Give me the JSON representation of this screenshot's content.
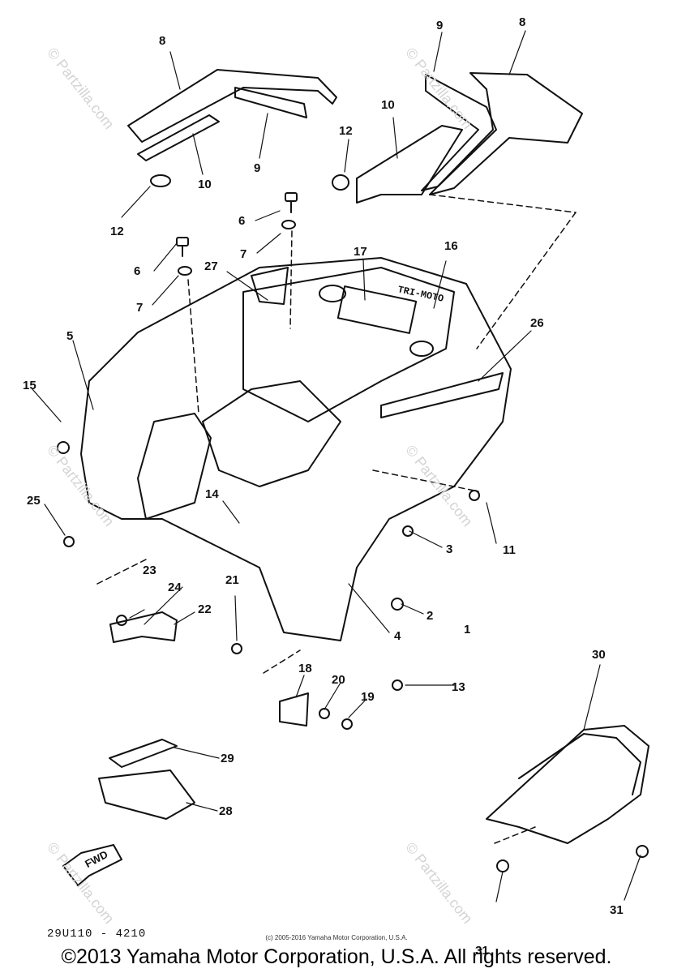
{
  "callouts": [
    "1",
    "2",
    "3",
    "4",
    "5",
    "6",
    "6",
    "7",
    "7",
    "8",
    "8",
    "9",
    "9",
    "10",
    "10",
    "11",
    "12",
    "12",
    "13",
    "14",
    "15",
    "16",
    "17",
    "18",
    "19",
    "20",
    "21",
    "22",
    "23",
    "24",
    "25",
    "26",
    "27",
    "28",
    "29",
    "30",
    "31",
    "31"
  ],
  "sticker_text": "TRI-MOTO",
  "fwd_label": "FWD",
  "part_number": "29U110 - 4210",
  "small_copyright": "(c) 2005-2016 Yamaha Motor Corporation, U.S.A.",
  "copyright": "©2013 Yamaha Motor Corporation, U.S.A. All rights reserved.",
  "watermark": "© Partzilla.com",
  "line_color": "#111111"
}
